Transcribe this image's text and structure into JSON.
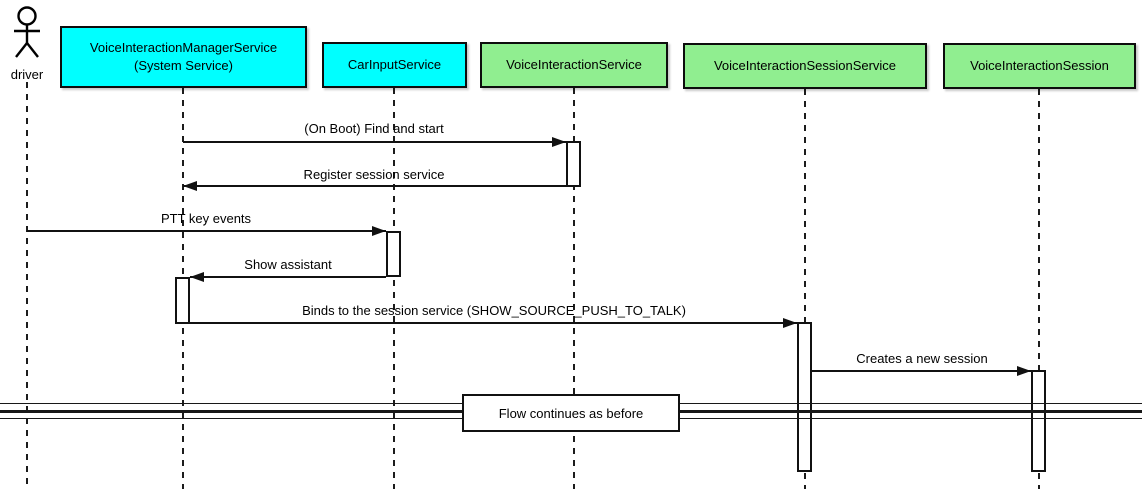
{
  "actor": {
    "name": "driver"
  },
  "participants": [
    {
      "label": "VoiceInteractionManagerService\n(System Service)",
      "color": "#00FFFF"
    },
    {
      "label": "CarInputService",
      "color": "#00FFFF"
    },
    {
      "label": "VoiceInteractionService",
      "color": "#90EE90"
    },
    {
      "label": "VoiceInteractionSessionService",
      "color": "#90EE90"
    },
    {
      "label": "VoiceInteractionSession",
      "color": "#90EE90"
    }
  ],
  "messages": [
    {
      "label": "(On Boot) Find and start",
      "from": "VoiceInteractionManagerService",
      "to": "VoiceInteractionService"
    },
    {
      "label": "Register session service",
      "from": "VoiceInteractionService",
      "to": "VoiceInteractionManagerService"
    },
    {
      "label": "PTT key events",
      "from": "driver",
      "to": "CarInputService"
    },
    {
      "label": "Show assistant",
      "from": "CarInputService",
      "to": "VoiceInteractionManagerService"
    },
    {
      "label": "Binds to the session service (SHOW_SOURCE_PUSH_TO_TALK)",
      "from": "VoiceInteractionManagerService",
      "to": "VoiceInteractionSessionService"
    },
    {
      "label": "Creates a new session",
      "from": "VoiceInteractionSessionService",
      "to": "VoiceInteractionSession"
    }
  ],
  "divider": {
    "label": "Flow continues as before"
  },
  "colors": {
    "participant_cyan": "#00FFFF",
    "participant_green": "#90EE90",
    "line": "#111111",
    "background": "#FFFFFF"
  }
}
